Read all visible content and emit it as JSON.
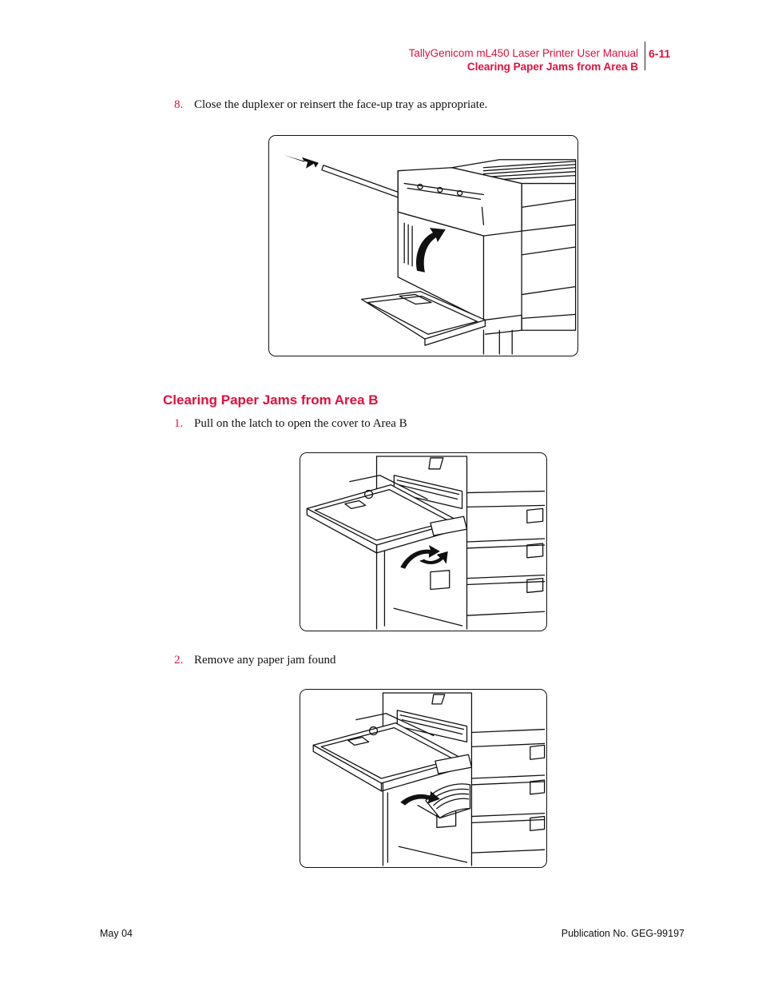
{
  "header": {
    "title": "TallyGenicom mL450 Laser Printer User Manual",
    "section": "Clearing Paper Jams from Area B",
    "page_number": "6-11"
  },
  "steps": {
    "step8": {
      "number": "8.",
      "text": "Close the duplexer or reinsert the face-up tray as appropriate."
    },
    "step1": {
      "number": "1.",
      "text": "Pull on the latch to open the cover to Area B"
    },
    "step2": {
      "number": "2.",
      "text": "Remove any paper jam found"
    }
  },
  "section_heading": "Clearing Paper Jams from Area B",
  "footer": {
    "left": "May 04",
    "right": "Publication No. GEG-99197"
  }
}
